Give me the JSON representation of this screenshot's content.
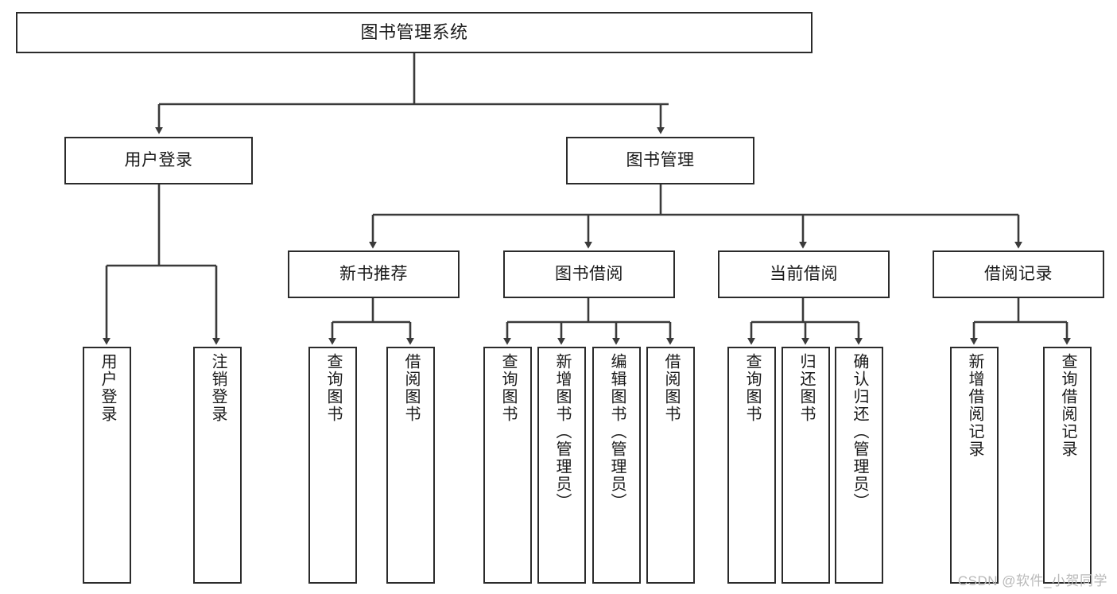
{
  "diagram": {
    "title": "图书管理系统",
    "type": "tree-hierarchy-chart",
    "colors": {
      "box_border": "#2b2b2b",
      "box_fill": "#ffffff",
      "connector": "#3a3a3a",
      "text": "#1a1a1a",
      "watermark": "#b9b9b9",
      "background": "#ffffff"
    },
    "root": {
      "label": "图书管理系统"
    },
    "level2": [
      {
        "id": "user-login",
        "label": "用户登录"
      },
      {
        "id": "book-management",
        "label": "图书管理"
      }
    ],
    "level3": [
      {
        "id": "new-book-recommend",
        "label": "新书推荐"
      },
      {
        "id": "book-borrow",
        "label": "图书借阅"
      },
      {
        "id": "current-borrow",
        "label": "当前借阅"
      },
      {
        "id": "borrow-record",
        "label": "借阅记录"
      }
    ],
    "leaves": {
      "user_login": [
        {
          "id": "user-login-leaf",
          "label": "用户登录"
        },
        {
          "id": "logout-leaf",
          "label": "注销登录"
        }
      ],
      "new_book_recommend": [
        {
          "id": "query-book-1",
          "label": "查询图书"
        },
        {
          "id": "borrow-book-1",
          "label": "借阅图书"
        }
      ],
      "book_borrow": [
        {
          "id": "query-book-2",
          "label": "查询图书"
        },
        {
          "id": "add-book",
          "label": "新增图书（管理员）"
        },
        {
          "id": "edit-book",
          "label": "编辑图书（管理员）"
        },
        {
          "id": "borrow-book-2",
          "label": "借阅图书"
        }
      ],
      "current_borrow": [
        {
          "id": "query-book-3",
          "label": "查询图书"
        },
        {
          "id": "return-book",
          "label": "归还图书"
        },
        {
          "id": "confirm-return",
          "label": "确认归还（管理员）"
        }
      ],
      "borrow_record": [
        {
          "id": "add-borrow-record",
          "label": "新增借阅记录"
        },
        {
          "id": "query-borrow-record",
          "label": "查询借阅记录"
        }
      ]
    },
    "watermark": "CSDN @软件_小贺同学"
  }
}
